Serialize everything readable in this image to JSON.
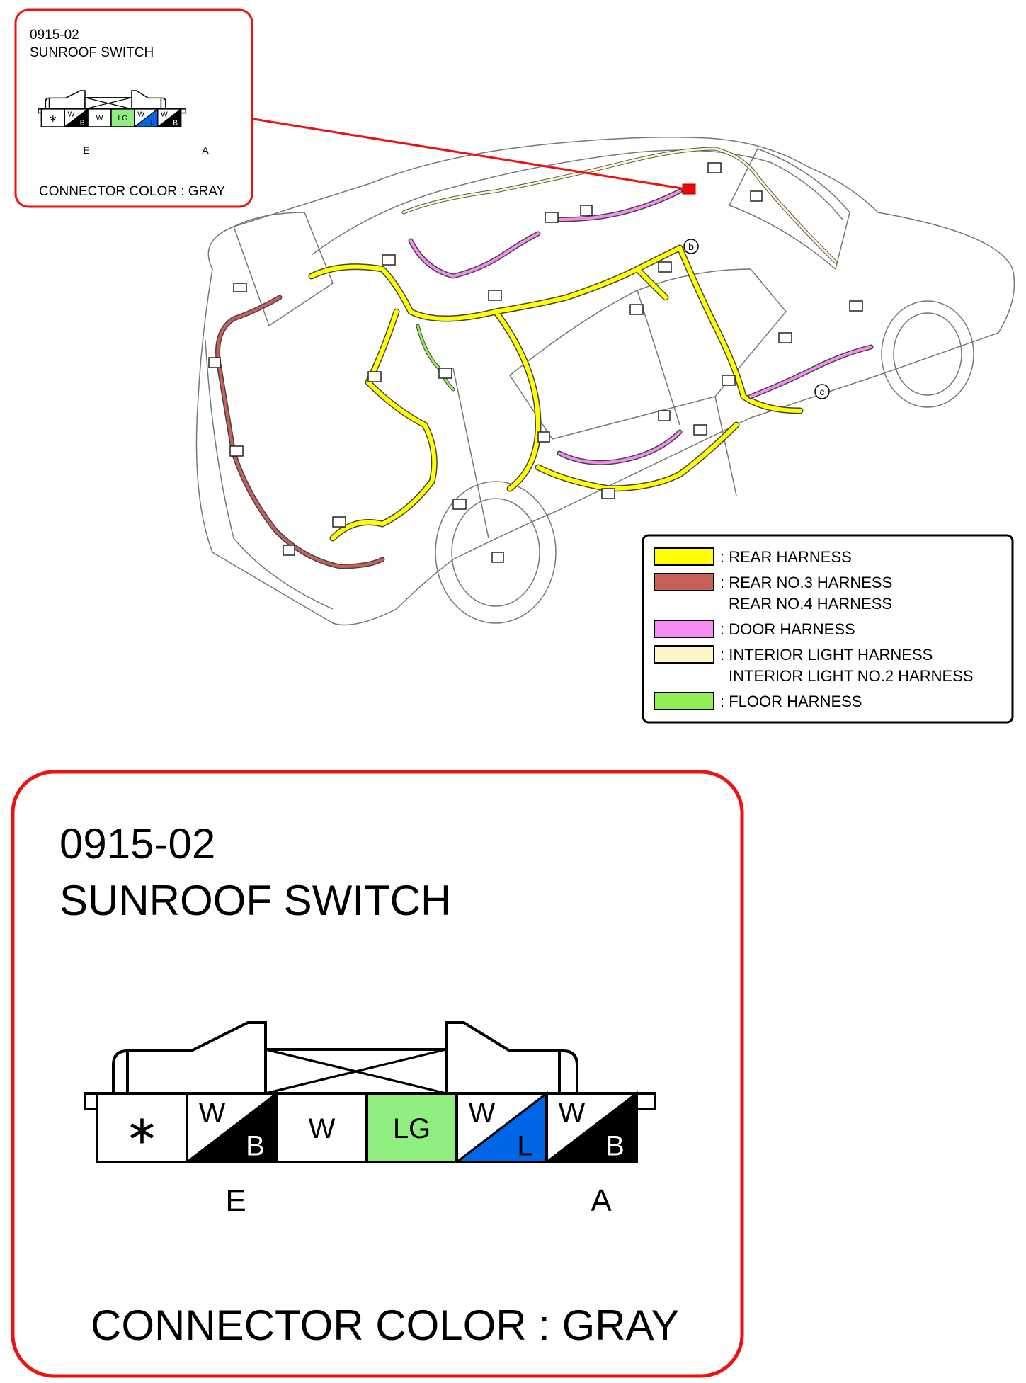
{
  "inset": {
    "code": "0915-02",
    "title": "SUNROOF SWITCH",
    "connector_color": "CONNECTOR COLOR : GRAY"
  },
  "callouts": {
    "b": "b",
    "c": "c"
  },
  "legend": {
    "items": [
      {
        "lines": [
          "REAR HARNESS"
        ],
        "color": "#ffff00"
      },
      {
        "lines": [
          "REAR NO.3 HARNESS",
          "REAR NO.4 HARNESS"
        ],
        "color": "#c8605a"
      },
      {
        "lines": [
          "DOOR HARNESS"
        ],
        "color": "#f58cf2"
      },
      {
        "lines": [
          "INTERIOR LIGHT HARNESS",
          "INTERIOR LIGHT NO.2 HARNESS"
        ],
        "color": "#fcf5c8"
      },
      {
        "lines": [
          "FLOOR HARNESS"
        ],
        "color": "#90ee50"
      }
    ]
  },
  "detail": {
    "code": "0915-02",
    "title": "SUNROOF SWITCH",
    "connector_color": "CONNECTOR COLOR : GRAY",
    "end_labels": {
      "left": "E",
      "right": "A"
    },
    "pins": [
      {
        "id": "pin-1",
        "kind": "blank",
        "mark": "∗"
      },
      {
        "id": "pin-2",
        "kind": "split",
        "top": "W",
        "bottom": "B",
        "fill": "#000000"
      },
      {
        "id": "pin-3",
        "kind": "solid",
        "label": "W",
        "fill": "#ffffff"
      },
      {
        "id": "pin-4",
        "kind": "solid",
        "label": "LG",
        "fill": "#90ee80"
      },
      {
        "id": "pin-5",
        "kind": "split",
        "top": "W",
        "bottom": "L",
        "fill": "#0066e6"
      },
      {
        "id": "pin-6",
        "kind": "split",
        "top": "W",
        "bottom": "B",
        "fill": "#000000"
      }
    ]
  },
  "colors": {
    "frame": "#ee1111",
    "marker": "#ff0000"
  }
}
